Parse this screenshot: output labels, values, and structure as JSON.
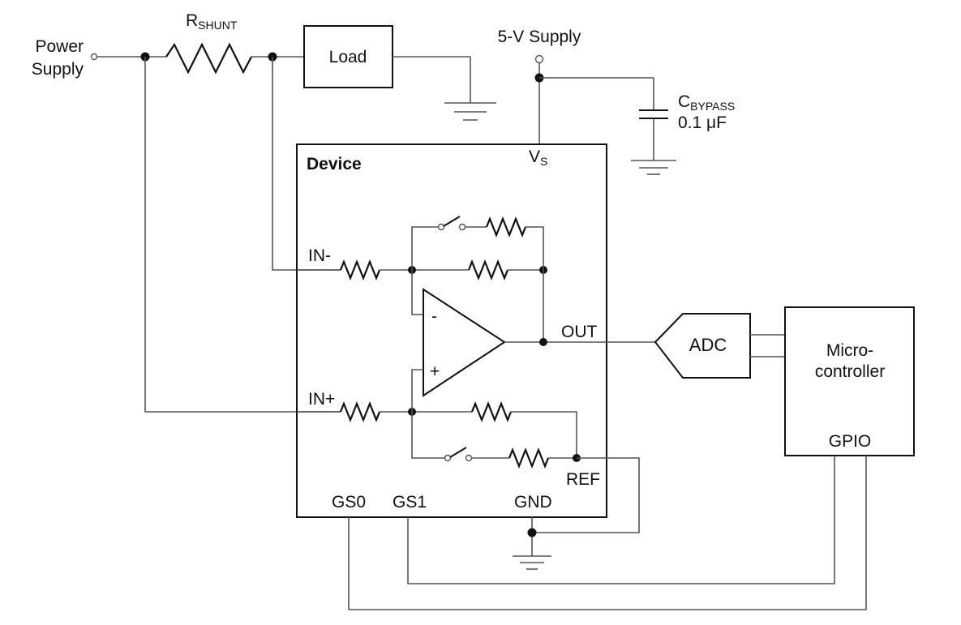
{
  "labels": {
    "power_supply_line1": "Power",
    "power_supply_line2": "Supply",
    "rshunt_main": "R",
    "rshunt_sub": "SHUNT",
    "load": "Load",
    "supply_5v": "5-V Supply",
    "cbypass_main": "C",
    "cbypass_sub": "BYPASS",
    "cbypass_value": "0.1 μF",
    "device": "Device",
    "vs_main": "V",
    "vs_sub": "S",
    "in_minus": "IN-",
    "in_plus": "IN+",
    "opamp_minus": "-",
    "opamp_plus": "+",
    "out": "OUT",
    "adc": "ADC",
    "mcu_line1": "Micro-",
    "mcu_line2": "controller",
    "gpio": "GPIO",
    "ref": "REF",
    "gs0": "GS0",
    "gs1": "GS1",
    "gnd": "GND"
  },
  "colors": {
    "wire": "#555555",
    "outline": "#111111",
    "fill_gray": "#e0e0e0",
    "background": "#ffffff"
  }
}
